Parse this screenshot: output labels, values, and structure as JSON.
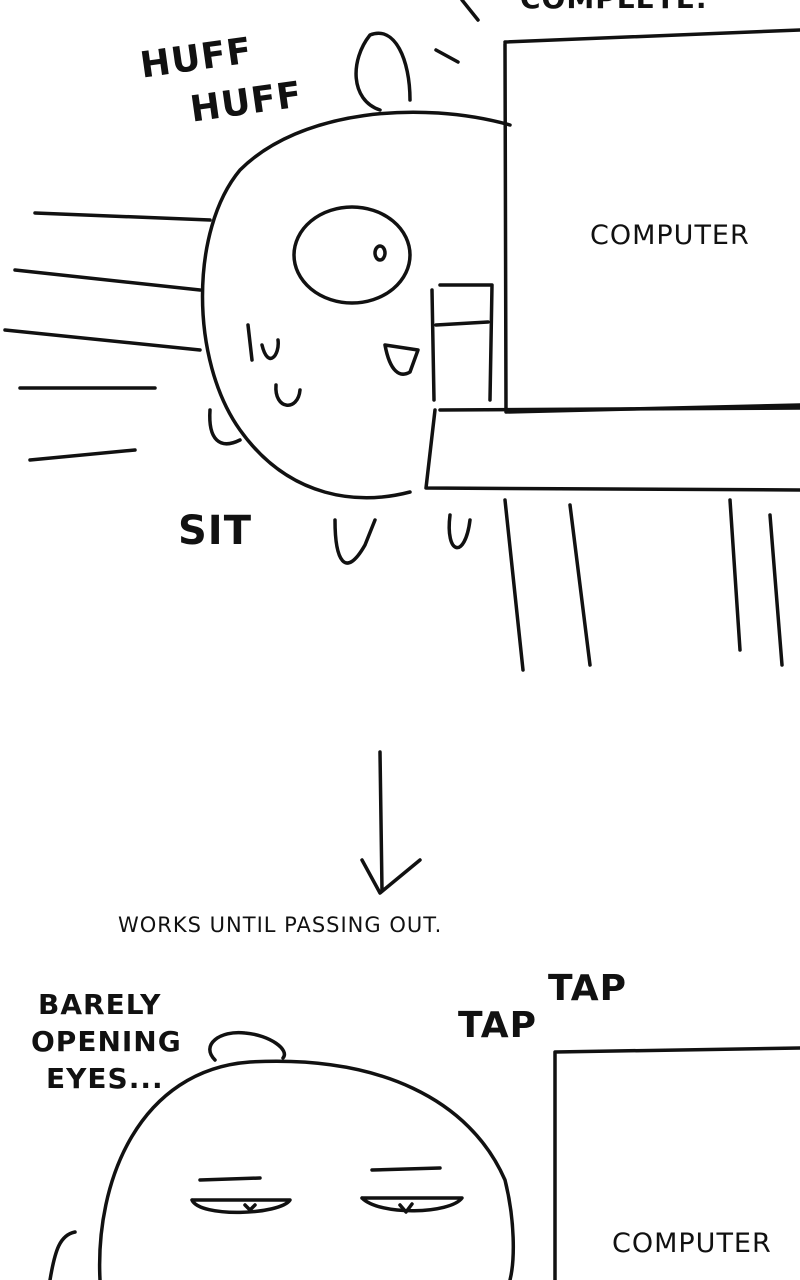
{
  "panel1": {
    "top_caption_cropped": "COMPLETE.",
    "sfx_huff": [
      "HUFF",
      "HUFF"
    ],
    "computer_label": "COMPUTER",
    "sfx_sit": "SIT"
  },
  "caption": "WORKS UNTIL PASSING OUT.",
  "panel2": {
    "thought": [
      "BARELY",
      "OPENING",
      "EYES..."
    ],
    "sfx_tap": [
      "TAP",
      "TAP"
    ],
    "computer_label": "COMPUTER"
  }
}
